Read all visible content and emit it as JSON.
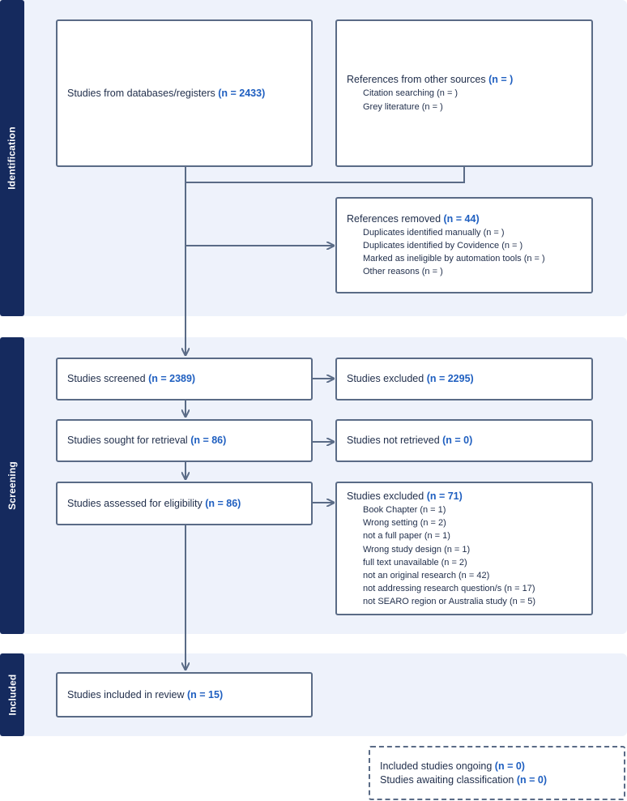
{
  "phases": {
    "identification": "Identification",
    "screening": "Screening",
    "included": "Included"
  },
  "boxes": {
    "databases": {
      "text": "Studies from databases/registers",
      "n": "(n = 2433)"
    },
    "other_sources": {
      "title": "References from other sources",
      "n": "(n = )",
      "items": [
        "Citation searching (n = )",
        "Grey literature (n = )"
      ]
    },
    "removed": {
      "title": "References removed",
      "n": "(n = 44)",
      "items": [
        "Duplicates identified manually (n = )",
        "Duplicates identified by Covidence (n = )",
        "Marked as ineligible by automation tools (n = )",
        "Other reasons (n = )"
      ]
    },
    "screened": {
      "text": "Studies screened",
      "n": "(n = 2389)"
    },
    "excluded_screen": {
      "text": "Studies excluded",
      "n": "(n = 2295)"
    },
    "sought": {
      "text": "Studies sought for retrieval",
      "n": "(n = 86)"
    },
    "not_retrieved": {
      "text": "Studies not retrieved",
      "n": "(n = 0)"
    },
    "assessed": {
      "text": "Studies assessed for eligibility",
      "n": "(n = 86)"
    },
    "excluded_full": {
      "title": "Studies excluded",
      "n": "(n = 71)",
      "items": [
        "Book Chapter (n = 1)",
        "Wrong setting (n = 2)",
        "not a full paper (n = 1)",
        "Wrong study design (n = 1)",
        "full text unavailable (n = 2)",
        "not an original research (n = 42)",
        "not addressing research question/s (n = 17)",
        "not SEARO region or Australia study (n = 5)"
      ]
    },
    "included": {
      "text": "Studies included in review",
      "n": "(n = 15)"
    },
    "ongoing": {
      "line1": "Included studies ongoing",
      "n1": "(n = 0)",
      "line2": "Studies awaiting classification",
      "n2": "(n = 0)"
    }
  },
  "colors": {
    "band": "#eef2fb",
    "label": "#152a5e",
    "border": "#5a6b86",
    "count": "#1f5fc0"
  }
}
